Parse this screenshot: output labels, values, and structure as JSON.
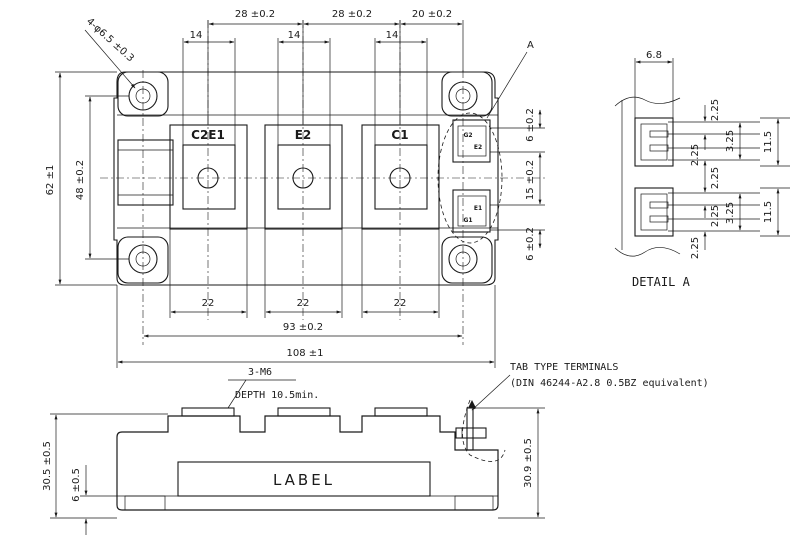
{
  "top_view": {
    "dims_top": [
      "28 ±0.2",
      "28 ±0.2",
      "20 ±0.2"
    ],
    "dims_width": [
      "14",
      "14",
      "14"
    ],
    "hole_callout": "4-φ6.5 ±0.3",
    "detail_ref": "A",
    "terminals": [
      "C2E1",
      "E2",
      "C1"
    ],
    "dims_bottom": [
      "22",
      "22",
      "22"
    ],
    "dim_pitch": "93 ±0.2",
    "dim_length": "108 ±1",
    "dim_height_total": "62 ±1",
    "dim_height_inner": "48 ±0.2",
    "dims_right": [
      "6 ±0.2",
      "15 ±0.2",
      "6 ±0.2"
    ],
    "tab_labels": [
      "G2",
      "E2",
      "E1",
      "G1"
    ]
  },
  "detail_a": {
    "width": "6.8",
    "dims_left": [
      "2.25",
      "2.25",
      "2.25",
      "2.25",
      "2.25"
    ],
    "dims_mid": [
      "3.25",
      "3.25"
    ],
    "dims_right": [
      "11.5",
      "11.5"
    ],
    "title": "DETAIL A"
  },
  "side_view": {
    "thread_callout": "3-M6",
    "depth_note": "DEPTH 10.5min.",
    "label_text": "LABEL",
    "tab_title": "TAB TYPE TERMINALS",
    "tab_spec": "(DIN 46244-A2.8 0.5BZ equivalent)",
    "dim_height_left": "30.5 ±0.5",
    "dim_base": "6 ±0.5",
    "dim_height_right": "30.9 ±0.5"
  },
  "icons": [
    "mounting-hole-icon",
    "screw-terminal-icon",
    "tab-terminal-icon",
    "arrow-icon"
  ]
}
